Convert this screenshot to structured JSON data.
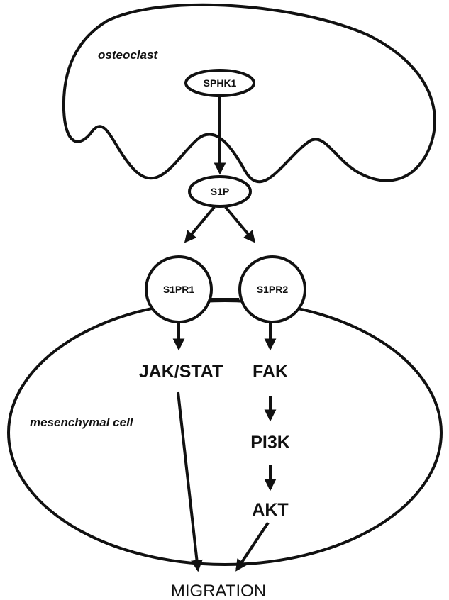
{
  "cells": {
    "osteoclast": "osteoclast",
    "mesenchymal": "mesenchymal cell"
  },
  "nodes": {
    "sphk1": "SPHK1",
    "s1p": "S1P",
    "s1pr1": "S1PR1",
    "s1pr2": "S1PR2",
    "jakstat": "JAK/STAT",
    "fak": "FAK",
    "pi3k": "PI3K",
    "akt": "AKT"
  },
  "outcome": "MIGRATION",
  "colors": {
    "stroke": "#111111",
    "background": "#ffffff"
  }
}
